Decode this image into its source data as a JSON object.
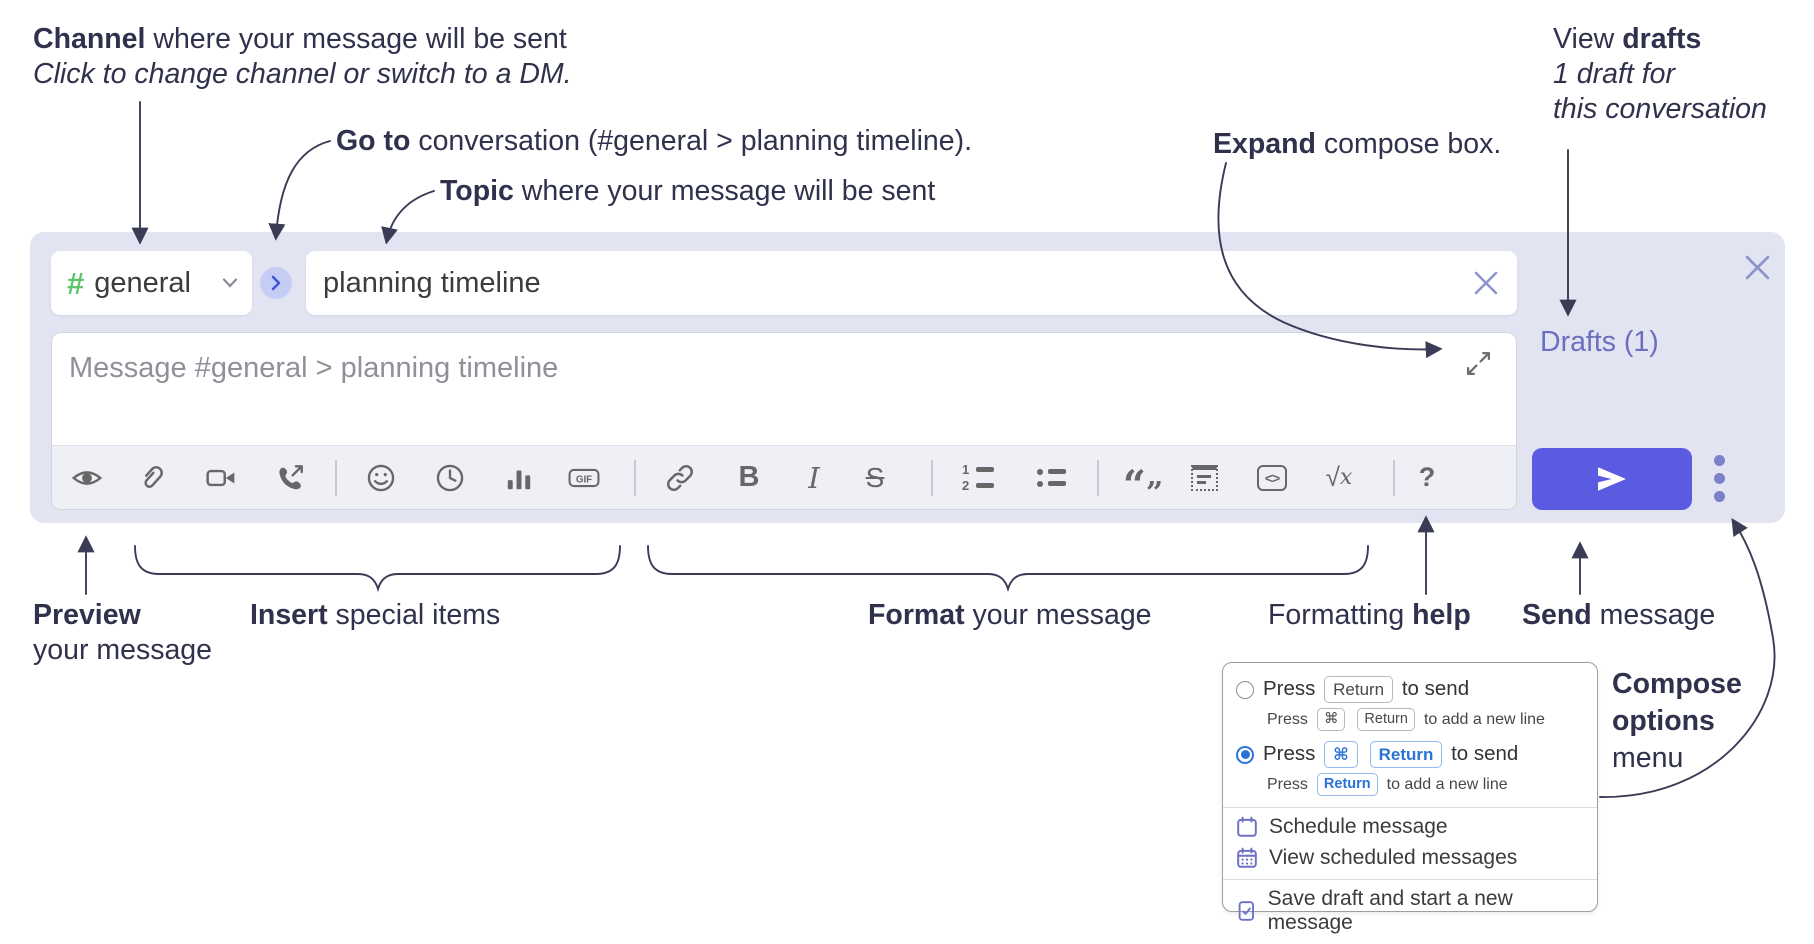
{
  "annotations": {
    "channel": {
      "bold": "Channel",
      "rest": " where your message will be sent",
      "line2": "Click to change channel or switch to a DM."
    },
    "goto": {
      "bold": "Go to",
      "rest": " conversation (#general > planning timeline)."
    },
    "topic": {
      "bold": "Topic",
      "rest": " where your message will be sent"
    },
    "expand": {
      "bold": "Expand",
      "rest": " compose box."
    },
    "view_drafts": {
      "line1_pre": "View ",
      "line1_bold": "drafts",
      "line2": "1 draft for",
      "line3": "this conversation"
    },
    "preview": {
      "bold": "Preview",
      "line2": "your message"
    },
    "insert": {
      "bold": "Insert",
      "rest": " special items"
    },
    "format": {
      "bold": "Format",
      "rest": " your message"
    },
    "formatting_help": {
      "pre": "Formatting ",
      "bold": "help"
    },
    "send": {
      "bold": "Send",
      "rest": " message"
    },
    "compose_options": {
      "line1": "Compose",
      "line2": "options",
      "line3": "menu"
    }
  },
  "compose": {
    "channel_selector": {
      "hash": "#",
      "name": "general"
    },
    "topic_input": {
      "value": "planning timeline"
    },
    "message_input": {
      "placeholder": "Message #general > planning timeline"
    },
    "drafts_link": "Drafts (1)",
    "toolbar_icons": [
      "preview",
      "attach-file",
      "add-video-call",
      "add-voice-call",
      "emoji",
      "add-global-time",
      "add-poll",
      "add-gif",
      "link",
      "bold",
      "italic",
      "strikethrough",
      "numbered-list",
      "bulleted-list",
      "quote",
      "spoiler",
      "code",
      "math",
      "message-formatting-help"
    ],
    "toolbar_glyphs": {
      "gif": "GIF",
      "bold": "B",
      "italic": "I",
      "strike": "S",
      "ol1": "1",
      "ol2": "2",
      "quote_open": "“",
      "quote_close": "”",
      "code": "<>",
      "root": "√",
      "var": "x",
      "help": "?"
    }
  },
  "send_menu": {
    "opt1": {
      "press": "Press",
      "key1": "Return",
      "suffix": "to send",
      "sub_press": "Press",
      "sub_key1": "⌘",
      "sub_key2": "Return",
      "sub_suffix": "to add a new line"
    },
    "opt2": {
      "press": "Press",
      "key1": "⌘",
      "key2": "Return",
      "suffix": "to send",
      "sub_press": "Press",
      "sub_key1": "Return",
      "sub_suffix": "to add a new line"
    },
    "items": [
      {
        "label": "Schedule message"
      },
      {
        "label": "View scheduled messages"
      },
      {
        "label": "Save draft and start a new message"
      }
    ]
  },
  "colors": {
    "compose_background": "#e2e4f2",
    "toolbar_background": "#eef0f6",
    "accent_send_button": "#5a5be0",
    "drafts_link": "#6a70bf",
    "channel_hash_green": "#5ec46e",
    "go_button_circle": "#c5cdf4",
    "close_icon_purple": "#8d93cc",
    "toolbar_icon_gray": "#676767",
    "menu_icon_purple": "#6c71c4",
    "kbd_blue": "#2b72d8",
    "annotation_text": "#30314d"
  }
}
